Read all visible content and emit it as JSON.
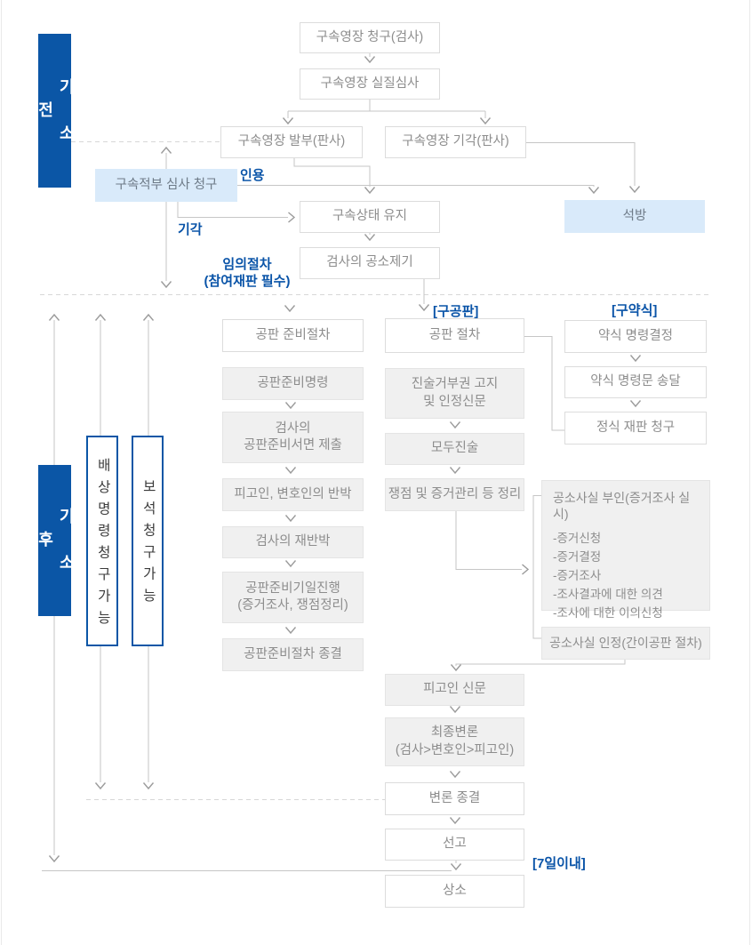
{
  "colors": {
    "primary_blue": "#0b56a6",
    "light_blue": "#d9eafa",
    "box_gray_fill": "#f0f0f0",
    "line_gray": "#c6c6c6"
  },
  "stages": {
    "pre": "기소전",
    "post": "기소후"
  },
  "side_notes": {
    "compensation": "배상명령청구가능",
    "bail": "보석청구가능"
  },
  "pre": {
    "warrant_request": "구속영장 청구(검사)",
    "warrant_screening": "구속영장 실질심사",
    "warrant_issue": "구속영장 발부(판사)",
    "warrant_dismiss": "구속영장 기각(판사)",
    "adequacy_request": "구속적부 심사 청구",
    "detention_keep": "구속상태 유지",
    "release": "석방",
    "indictment": "검사의 공소제기",
    "label_accept": "인용",
    "label_reject": "기각",
    "label_optional": "임의절차\n(참여재판 필수)"
  },
  "prep": {
    "title": "공판 준비절차",
    "order": "공판준비명령",
    "brief": "검사의\n공판준비서면 제출",
    "rebuttal": "피고인, 변호인의 반박",
    "re_rebuttal": "검사의 재반박",
    "hearing": "공판준비기일진행\n(증거조사, 쟁점정리)",
    "closing": "공판준비절차 종결"
  },
  "trial": {
    "tag": "[구공판]",
    "title": "공판 절차",
    "rights_notice": "진술거부권 고지\n및 인정신문",
    "opening": "모두진술",
    "issues": "쟁점 및 증거관리 등 정리",
    "deny_title": "공소사실 부인(증거조사 실시)",
    "deny_items": [
      "-증거신청",
      "-증거결정",
      "-증거조사",
      "-조사결과에 대한 의견",
      "-조사에 대한 이의신청"
    ],
    "admit": "공소사실 인정(간이공판 절차)",
    "defendant_exam": "피고인 신문",
    "final_args": "최종변론\n(검사>변호인>피고인)",
    "close_args": "변론 종결",
    "sentencing": "선고",
    "appeal": "상소",
    "appeal_deadline": "[7일이내]"
  },
  "summary": {
    "tag": "[구약식]",
    "decision": "약식 명령결정",
    "delivery": "약식 명령문 송달",
    "formal_request": "정식 재판 청구"
  }
}
